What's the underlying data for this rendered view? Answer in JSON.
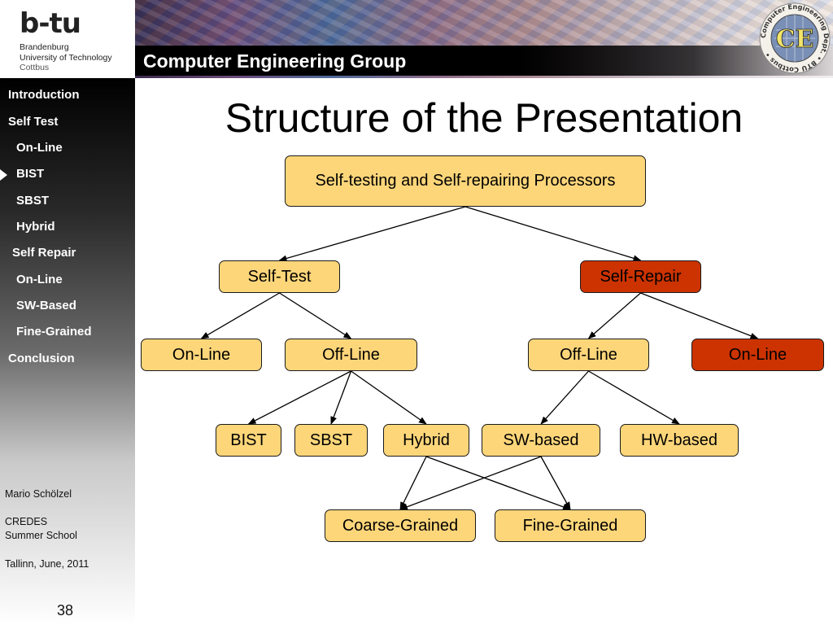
{
  "header": {
    "logo_mark": "b-tu",
    "logo_lines": [
      "Brandenburg",
      "University of Technology",
      "Cottbus"
    ],
    "group_title": "Computer Engineering Group",
    "ce_logo_text": "CE",
    "ce_ring_text": "Computer Engineering Dept. • BTU Cottbus •"
  },
  "sidebar": {
    "items": [
      {
        "label": "Introduction",
        "level": "top"
      },
      {
        "label": "Self Test",
        "level": "top"
      },
      {
        "label": "On-Line",
        "level": "sub"
      },
      {
        "label": "BIST",
        "level": "sub"
      },
      {
        "label": "SBST",
        "level": "sub"
      },
      {
        "label": "Hybrid",
        "level": "sub"
      },
      {
        "label": "Self Repair",
        "level": "active"
      },
      {
        "label": "On-Line",
        "level": "sub"
      },
      {
        "label": "SW-Based",
        "level": "sub"
      },
      {
        "label": "Fine-Grained",
        "level": "sub"
      },
      {
        "label": "Conclusion",
        "level": "top"
      }
    ],
    "footer": {
      "author": "Mario Schölzel",
      "event_line1": "CREDES",
      "event_line2": "Summer School",
      "place_date": "Tallinn, June, 2011"
    },
    "page_number": "38"
  },
  "slide": {
    "title": "Structure of the Presentation"
  },
  "diagram": {
    "colors": {
      "node_fill": "#fdd67a",
      "highlight_fill": "#cc3300",
      "edge": "#000000"
    },
    "nodes": {
      "root": "Self-testing and Self-repairing Processors",
      "self_test": "Self-Test",
      "self_repair": "Self-Repair",
      "st_online": "On-Line",
      "st_offline": "Off-Line",
      "sr_offline": "Off-Line",
      "sr_online": "On-Line",
      "bist": "BIST",
      "sbst": "SBST",
      "hybrid": "Hybrid",
      "sw_based": "SW-based",
      "hw_based": "HW-based",
      "coarse_grained": "Coarse-Grained",
      "fine_grained": "Fine-Grained"
    },
    "highlighted": [
      "self_repair",
      "sr_online"
    ],
    "edges": [
      [
        "root",
        "self_test"
      ],
      [
        "root",
        "self_repair"
      ],
      [
        "self_test",
        "st_online"
      ],
      [
        "self_test",
        "st_offline"
      ],
      [
        "self_repair",
        "sr_offline"
      ],
      [
        "self_repair",
        "sr_online"
      ],
      [
        "st_offline",
        "bist"
      ],
      [
        "st_offline",
        "sbst"
      ],
      [
        "st_offline",
        "hybrid"
      ],
      [
        "sr_offline",
        "sw_based"
      ],
      [
        "sr_offline",
        "hw_based"
      ],
      [
        "hybrid",
        "coarse_grained"
      ],
      [
        "hybrid",
        "fine_grained"
      ],
      [
        "sw_based",
        "coarse_grained"
      ],
      [
        "sw_based",
        "fine_grained"
      ]
    ]
  }
}
